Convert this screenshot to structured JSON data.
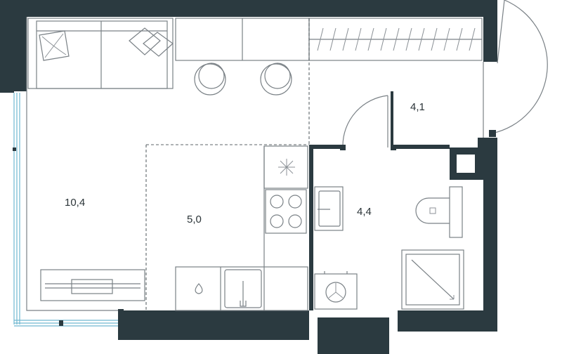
{
  "rooms": [
    {
      "id": "living",
      "label": "10,4"
    },
    {
      "id": "kitchen",
      "label": "5,0"
    },
    {
      "id": "hall",
      "label": "4,1"
    },
    {
      "id": "bathroom",
      "label": "4,4"
    }
  ],
  "colors": {
    "wall": "#2b3a40",
    "glass": "#6fb7d0",
    "furniture": "#7a8186"
  }
}
